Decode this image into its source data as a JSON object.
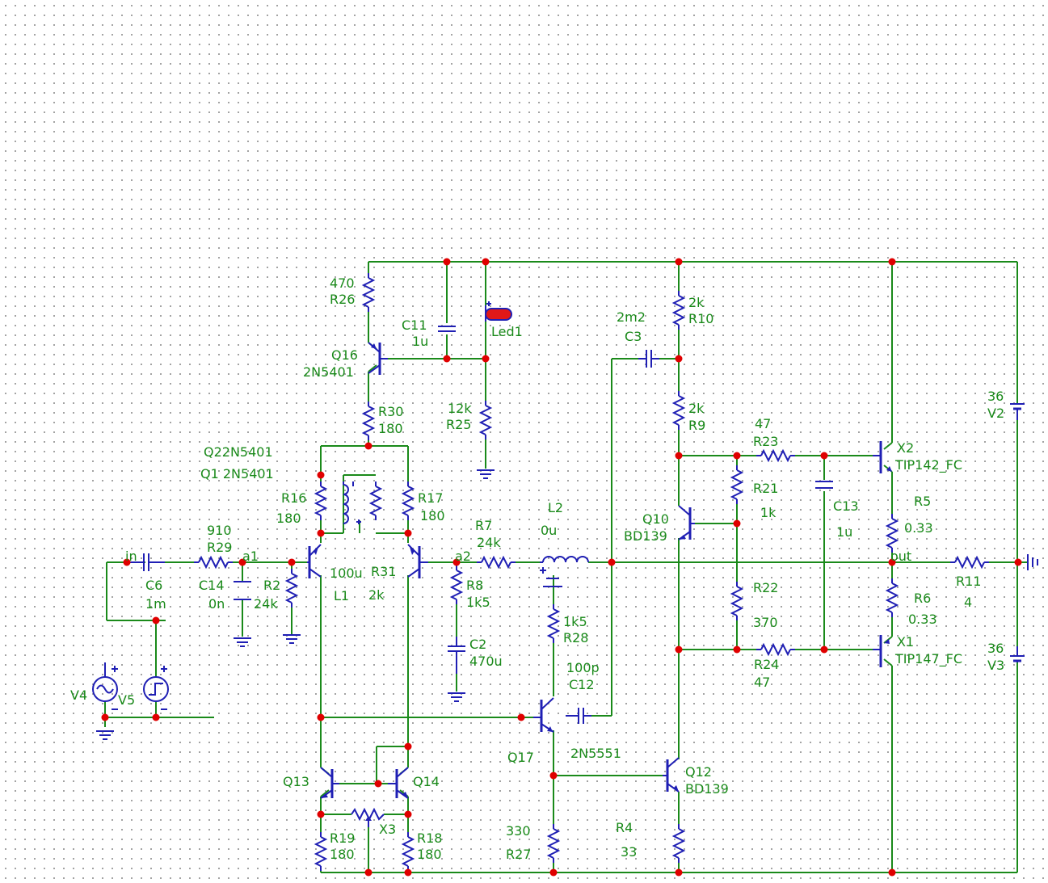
{
  "labels": {
    "in": "in",
    "a1": "a1",
    "a2": "a2",
    "out": "out",
    "c6_name": "C6",
    "c6_val": "1m",
    "r29_val": "910",
    "r29_name": "R29",
    "c14_name": "C14",
    "c14_val": "0n",
    "r2_name": "R2",
    "r2_val": "24k",
    "r26_val": "470",
    "r26_name": "R26",
    "c11_name": "C11",
    "c11_val": "1u",
    "led1_name": "Led1",
    "q16_name": "Q16",
    "q16_val": "2N5401",
    "r30_name": "R30",
    "r30_val": "180",
    "r25_val": "12k",
    "r25_name": "R25",
    "q22_label": "Q22N5401",
    "q1_label": "Q1 2N5401",
    "r16_name": "R16",
    "r16_val": "180",
    "r17_name": "R17",
    "r17_val": "180",
    "l1_val": "100u",
    "l1_name": "L1",
    "r31_name": "R31",
    "r31_val": "2k",
    "r7_name": "R7",
    "r7_val": "24k",
    "l2_name": "L2",
    "l2_val": "0u",
    "r8_name": "R8",
    "r8_val": "1k5",
    "c2_name": "C2",
    "c2_val": "470u",
    "r28_val": "1k5",
    "r28_name": "R28",
    "c12_val": "100p",
    "c12_name": "C12",
    "q17_name": "Q17",
    "q17_val": "2N5551",
    "r27_val": "330",
    "r27_name": "R27",
    "r4_name": "R4",
    "r4_val": "33",
    "q13_name": "Q13",
    "q14_name": "Q14",
    "r19_name": "R19",
    "r19_val": "180",
    "r18_name": "R18",
    "r18_val": "180",
    "x3_name": "X3",
    "c3_val": "2m2",
    "c3_name": "C3",
    "r10_val": "2k",
    "r10_name": "R10",
    "r9_val": "2k",
    "r9_name": "R9",
    "r23_val": "47",
    "r23_name": "R23",
    "r21_name": "R21",
    "r21_val": "1k",
    "c13_name": "C13",
    "c13_val": "1u",
    "q10_name": "Q10",
    "q10_val": "BD139",
    "r22_name": "R22",
    "r22_val": "370",
    "r24_name": "R24",
    "r24_val": "47",
    "q12_name": "Q12",
    "q12_val": "BD139",
    "x2_name": "X2",
    "x2_val": "TIP142_FC",
    "x1_name": "X1",
    "x1_val": "TIP147_FC",
    "r5_name": "R5",
    "r5_val": "0.33",
    "r6_name": "R6",
    "r6_val": "0.33",
    "r11_name": "R11",
    "r11_val": "4",
    "v2_val": "36",
    "v2_name": "V2",
    "v3_val": "36",
    "v3_name": "V3",
    "v4_name": "V4",
    "v5_name": "V5"
  },
  "colors": {
    "wire": "#1a8a1a",
    "component": "#1f1fb4",
    "junction": "#e00000",
    "grid_dot": "#8c8c8c",
    "background": "#ffffff"
  }
}
